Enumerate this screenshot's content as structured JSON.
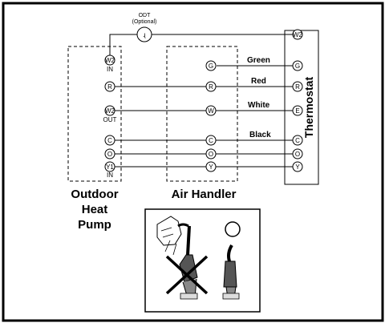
{
  "odt": {
    "label": "ODT",
    "optional": "(Optional)",
    "symbol": "ɻ"
  },
  "outdoor": {
    "title_line1": "Outdoor",
    "title_line2": "Heat",
    "title_line3": "Pump",
    "terminals": [
      {
        "letter": "W2",
        "sub": "IN"
      },
      {
        "letter": "R",
        "sub": ""
      },
      {
        "letter": "W2",
        "sub": "OUT"
      },
      {
        "letter": "C",
        "sub": ""
      },
      {
        "letter": "O",
        "sub": ""
      },
      {
        "letter": "Y1",
        "sub": "IN"
      }
    ]
  },
  "air_handler": {
    "title": "Air Handler",
    "terminals": [
      "G",
      "R",
      "W",
      "C",
      "O",
      "Y"
    ]
  },
  "thermostat": {
    "title": "Thermostat",
    "terminals": [
      "W2",
      "G",
      "R",
      "E",
      "C",
      "O",
      "Y"
    ]
  },
  "wires": {
    "green": "Green",
    "red": "Red",
    "white": "White",
    "black": "Black"
  }
}
